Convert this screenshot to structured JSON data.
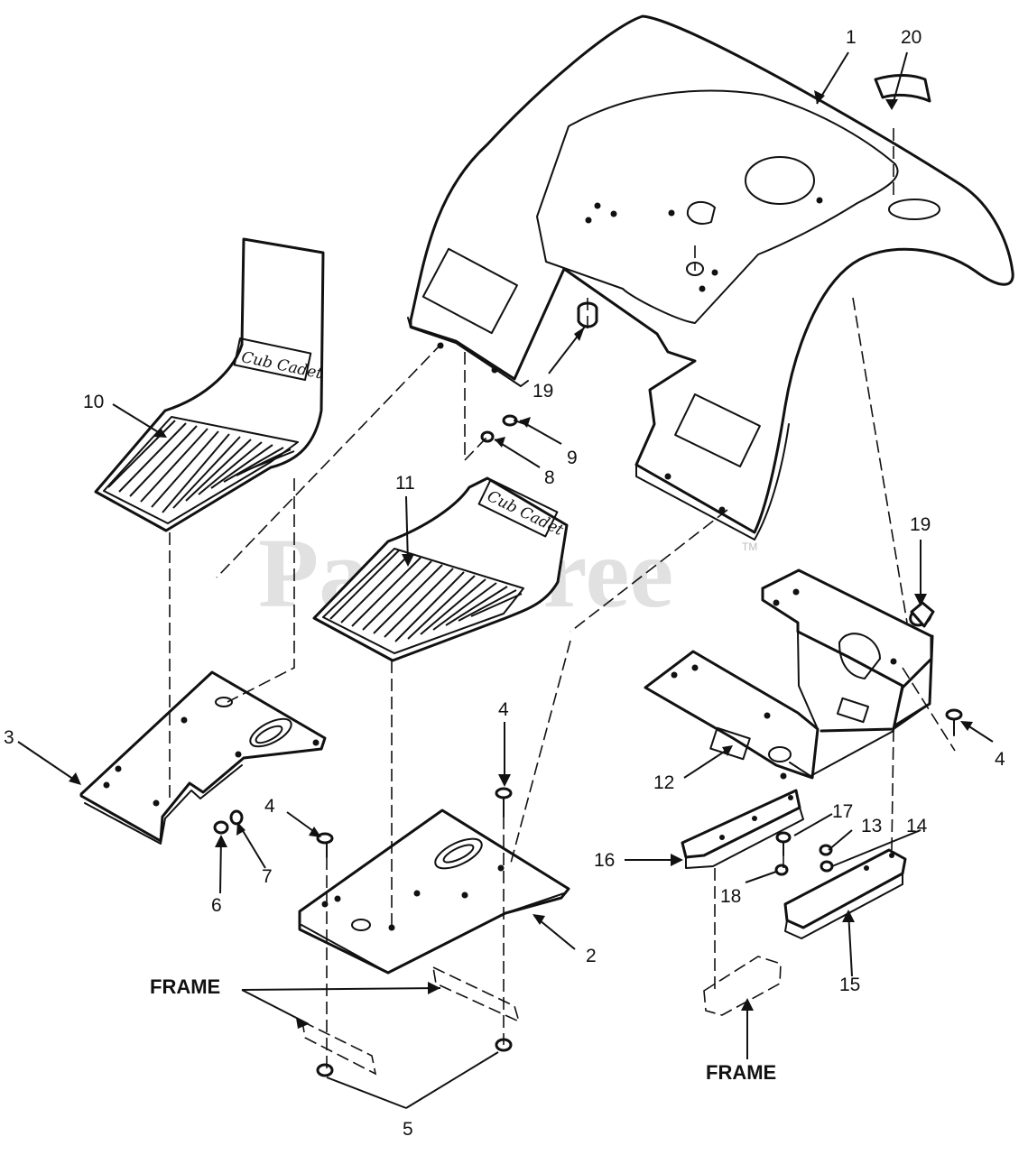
{
  "watermark": {
    "text": "PartsTree",
    "trademark": "TM"
  },
  "brand_on_mat": "Cub Cadet",
  "callouts": {
    "c1": "1",
    "c2": "2",
    "c3": "3",
    "c4a": "4",
    "c4b": "4",
    "c4c": "4",
    "c5": "5",
    "c6": "6",
    "c7": "7",
    "c8": "8",
    "c9": "9",
    "c10": "10",
    "c11": "11",
    "c12": "12",
    "c13": "13",
    "c14": "14",
    "c15": "15",
    "c16": "16",
    "c17": "17",
    "c18": "18",
    "c19a": "19",
    "c19b": "19",
    "c20": "20"
  },
  "frame_labels": {
    "left": "FRAME",
    "right": "FRAME"
  },
  "colors": {
    "ink": "#111111",
    "paper": "#ffffff",
    "watermark": "#c9c9c9"
  }
}
